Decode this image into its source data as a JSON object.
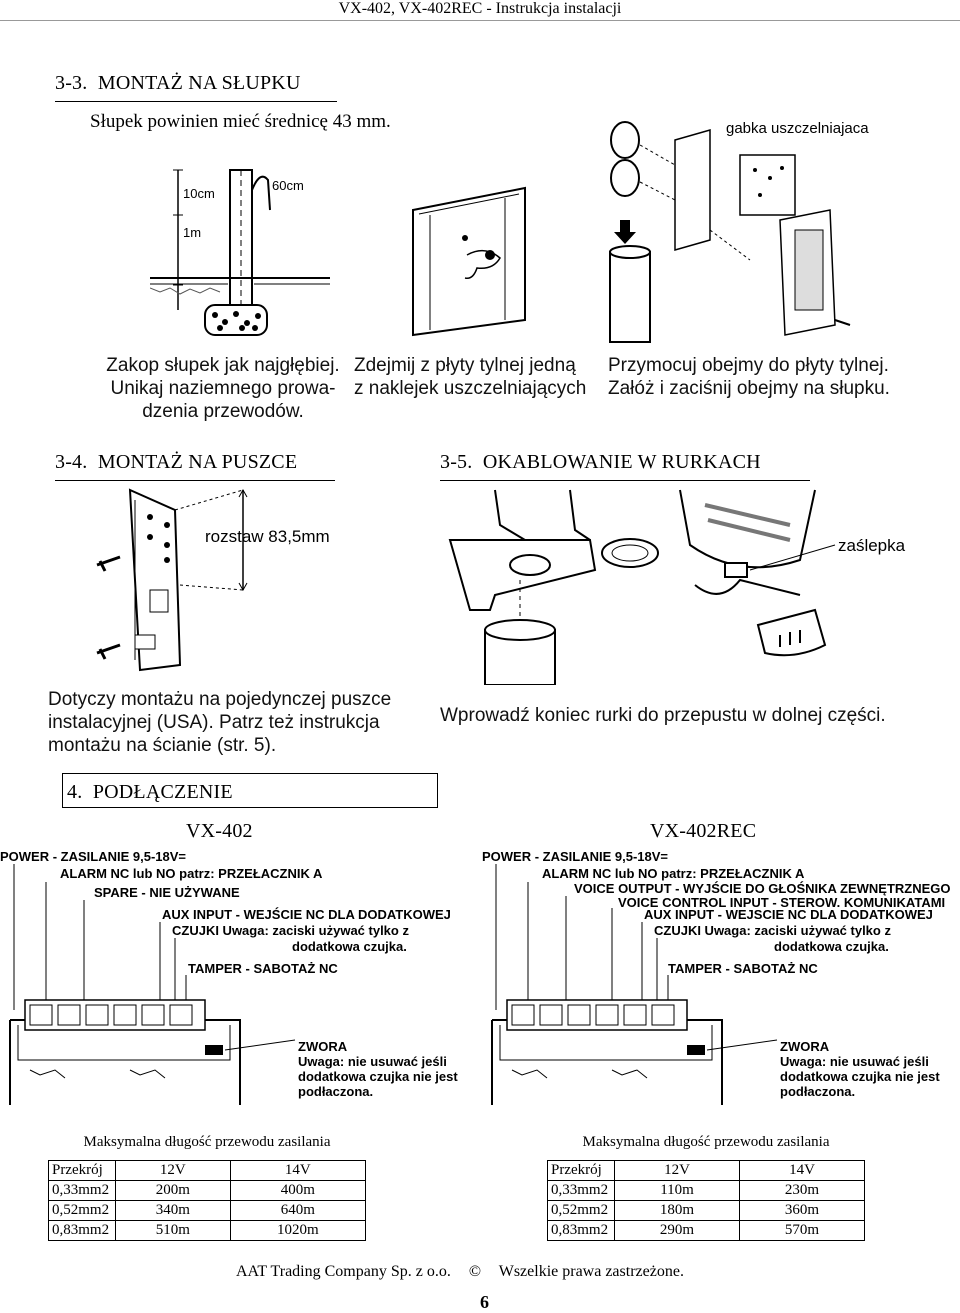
{
  "header": {
    "title": "VX-402, VX-402REC - Instrukcja instalacji"
  },
  "section_33": {
    "number": "3-3.",
    "title": "MONTAŻ NA SŁUPKU",
    "intro": "Słupek powinien mieć średnicę 43 mm.",
    "fig1_labels": {
      "d60": "60cm",
      "d10": "10cm",
      "d1m": "1m"
    },
    "fig3_label": "gabka uszczelniajaca",
    "captions": [
      [
        "Zakop słupek jak najgłębiej.",
        "Unikaj naziemnego prowa-",
        "dzenia przewodów."
      ],
      [
        "Zdejmij z płyty tylnej jedną",
        "z naklejek uszczelniających"
      ],
      [
        "Przymocuj obejmy do płyty tylnej.",
        "Załóż i zaciśnij obejmy na słupku."
      ]
    ]
  },
  "section_34": {
    "number": "3-4.",
    "title": "MONTAŻ NA PUSZCE",
    "fig_label": "rozstaw 83,5mm",
    "caption": [
      "Dotyczy montażu na pojedynczej puszce",
      "instalacyjnej (USA). Patrz też instrukcja",
      "montażu na ścianie (str. 5)."
    ]
  },
  "section_35": {
    "number": "3-5.",
    "title": "OKABLOWANIE W RURKACH",
    "fig_label": "zaślepka",
    "caption": "Wprowadź koniec rurki do przepustu w dolnej części."
  },
  "section_4": {
    "number": "4.",
    "title": "PODŁĄCZENIE",
    "left": {
      "model": "VX-402",
      "labels": {
        "power": "POWER - ZASILANIE 9,5-18V=",
        "alarm": "ALARM NC lub NO patrz: PRZEŁACZNIK A",
        "spare": "SPARE - NIE UŻYWANE",
        "aux1": "AUX INPUT - WEJŚCIE   NC DLA DODATKOWEJ",
        "aux2": "CZUJKI     Uwaga: zaciski używać tylko z",
        "aux3": "dodatkowa czujka.",
        "tamper": "TAMPER - SABOTAŻ   NC",
        "zw1": "ZWORA",
        "zw2": "Uwaga: nie usuwać jeśli",
        "zw3": "dodatkowa czujka nie jest",
        "zw4": "podłaczona."
      },
      "table_title": "Maksymalna długość przewodu zasilania",
      "table_header": [
        "Przekrój",
        "12V",
        "14V"
      ],
      "table_rows": [
        [
          "0,33mm2",
          "200m",
          "400m"
        ],
        [
          "0,52mm2",
          "340m",
          "640m"
        ],
        [
          "0,83mm2",
          "510m",
          "1020m"
        ]
      ]
    },
    "right": {
      "model": "VX-402REC",
      "labels": {
        "power": "POWER - ZASILANIE 9,5-18V=",
        "alarm": "ALARM NC lub NO patrz: PRZEŁACZNIK A",
        "voice_out": "VOICE OUTPUT - WYJŚCIE DO GŁOŚNIKA ZEWNĘTRZNEGO",
        "voice_ctrl": "VOICE CONTROL INPUT - STEROW. KOMUNIKATAMI",
        "aux1": "AUX INPUT - WEJSCIE   NC DLA DODATKOWEJ",
        "aux2": "CZUJKI     Uwaga: zaciski używać tylko z",
        "aux3": "dodatkowa czujka.",
        "tamper": "TAMPER - SABOTAŻ   NC",
        "zw1": "ZWORA",
        "zw2": "Uwaga: nie usuwać jeśli",
        "zw3": "dodatkowa czujka nie jest",
        "zw4": "podłaczona."
      },
      "table_title": "Maksymalna długość przewodu zasilania",
      "table_header": [
        "Przekrój",
        "12V",
        "14V"
      ],
      "table_rows": [
        [
          "0,33mm2",
          "110m",
          "230m"
        ],
        [
          "0,52mm2",
          "180m",
          "360m"
        ],
        [
          "0,83mm2",
          "290m",
          "570m"
        ]
      ]
    }
  },
  "footer": {
    "company": "AAT Trading Company Sp. z o.o.",
    "copyright_symbol": "©",
    "rights": "Wszelkie prawa zastrzeżone.",
    "page_number": "6"
  }
}
